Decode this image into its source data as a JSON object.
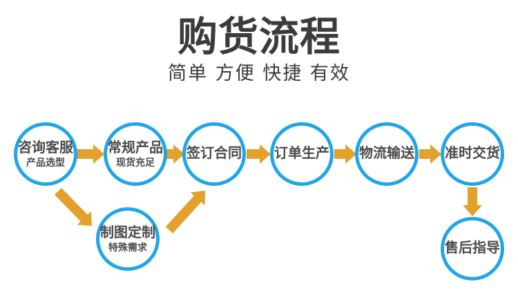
{
  "header": {
    "title": "购货流程",
    "subtitle": "简单 方便 快捷 有效"
  },
  "flow": {
    "steps": [
      {
        "label": "咨询客服",
        "sublabel": "产品选型"
      },
      {
        "label": "常规产品",
        "sublabel": "现货充足"
      },
      {
        "label": "签订合同",
        "sublabel": ""
      },
      {
        "label": "订单生产",
        "sublabel": ""
      },
      {
        "label": "物流输送",
        "sublabel": ""
      },
      {
        "label": "准时交货",
        "sublabel": ""
      },
      {
        "label": "制图定制",
        "sublabel": "特殊需求"
      },
      {
        "label": "售后指导",
        "sublabel": ""
      }
    ]
  },
  "colors": {
    "circle_border": "#20A6E8",
    "arrow": "#E3A02B",
    "title_text": "#3B3B3B",
    "step_text": "#4A4A4A"
  }
}
